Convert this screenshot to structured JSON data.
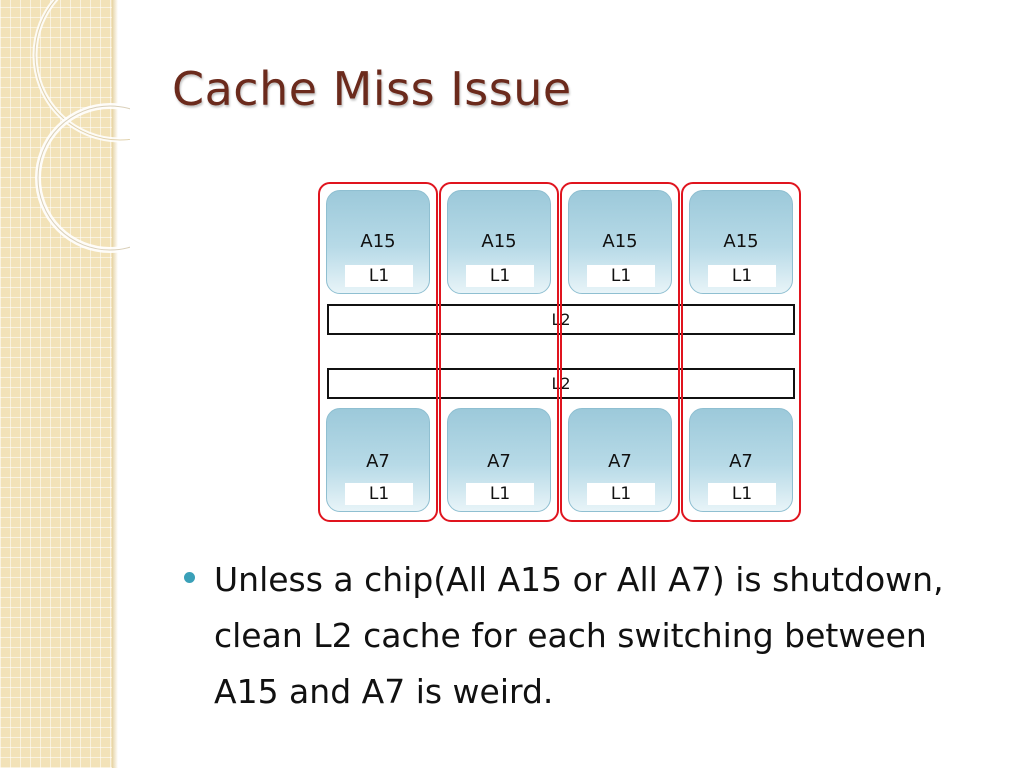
{
  "slide": {
    "title": "Cache Miss Issue",
    "bullets": [
      "Unless a chip(All A15 or All A7) is shutdown, clean L2 cache for each switching between A15 and A7 is weird."
    ]
  },
  "diagram": {
    "big_cores": [
      {
        "name": "A15",
        "cache": "L1"
      },
      {
        "name": "A15",
        "cache": "L1"
      },
      {
        "name": "A15",
        "cache": "L1"
      },
      {
        "name": "A15",
        "cache": "L1"
      }
    ],
    "little_cores": [
      {
        "name": "A7",
        "cache": "L1"
      },
      {
        "name": "A7",
        "cache": "L1"
      },
      {
        "name": "A7",
        "cache": "L1"
      },
      {
        "name": "A7",
        "cache": "L1"
      }
    ],
    "shared_caches": [
      "L2",
      "L2"
    ]
  },
  "colors": {
    "title": "#6b2a1c",
    "cluster_outline": "#e0141e",
    "core_fill": "#9cc9da",
    "bullet": "#3aa0b8",
    "side_strip": "#f2e2b8"
  }
}
